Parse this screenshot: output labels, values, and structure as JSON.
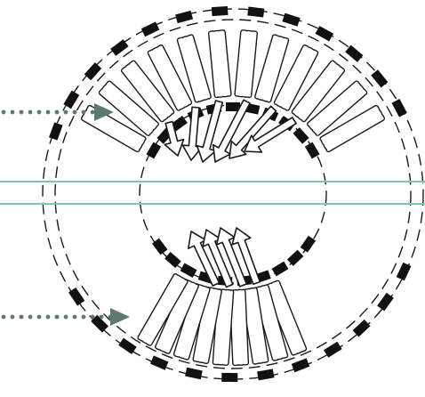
{
  "diagram": {
    "colors": {
      "background": "#ffffff",
      "ink": "#111111",
      "outline": "#1a1a1a",
      "fill": "#ffffff",
      "arrow": "#5e7a6e",
      "line": "#7cc7ad"
    },
    "icons": {
      "left_arrows": "dotted-arrow-icon",
      "inner_arrows": "hollow-arrow-icon",
      "membrane": "dashed-block-ring"
    },
    "fan_groups": [
      {
        "name": "upper-fan",
        "count": 12
      },
      {
        "name": "lower-fan",
        "count": 9
      }
    ]
  }
}
